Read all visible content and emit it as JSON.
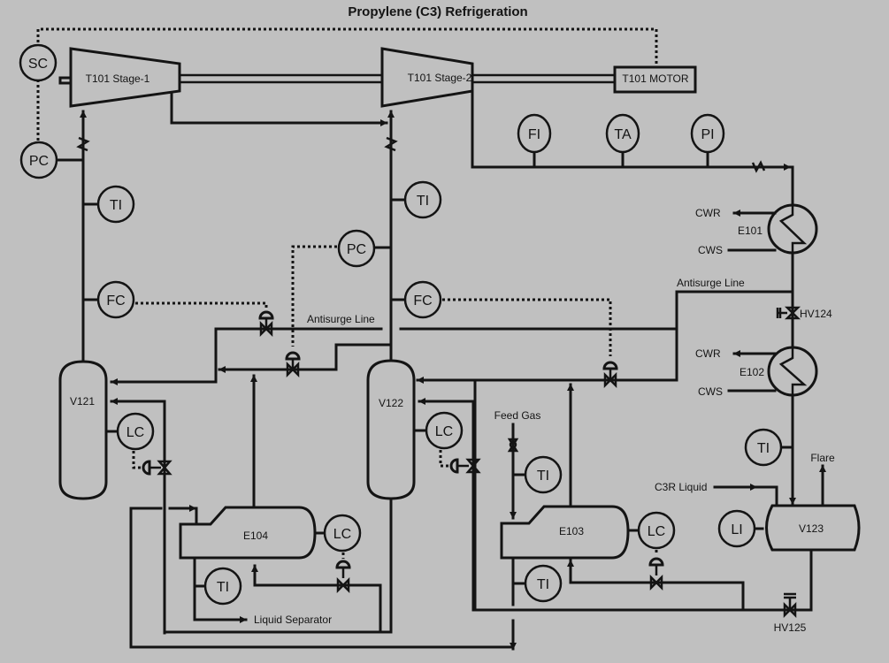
{
  "title": "Propylene (C3) Refrigeration",
  "equipment": {
    "stage1": "T101 Stage-1",
    "stage2": "T101 Stage-2",
    "motor": "T101 MOTOR",
    "v121": "V121",
    "v122": "V122",
    "v123": "V123",
    "e101": "E101",
    "e102": "E102",
    "e103": "E103",
    "e104": "E104"
  },
  "instruments": {
    "sc": "SC",
    "pc_left": "PC",
    "ti_left": "TI",
    "fc_left": "FC",
    "pc_mid": "PC",
    "ti_mid": "TI",
    "fc_mid": "FC",
    "fi": "FI",
    "ta": "TA",
    "pi": "PI",
    "lc_v121": "LC",
    "lc_v122": "LC",
    "lc_e104": "LC",
    "ti_e104": "TI",
    "ti_feed": "TI",
    "ti_e103": "TI",
    "lc_e103": "LC",
    "ti_v123": "TI",
    "li_v123": "LI"
  },
  "labels": {
    "antisurge_left": "Antisurge Line",
    "antisurge_right": "Antisurge Line",
    "cwr1": "CWR",
    "cws1": "CWS",
    "cwr2": "CWR",
    "cws2": "CWS",
    "hv124": "HV124",
    "hv125": "HV125",
    "feed_gas": "Feed Gas",
    "c3r_liquid": "C3R Liquid",
    "flare": "Flare",
    "liquid_separator": "Liquid Separator"
  }
}
